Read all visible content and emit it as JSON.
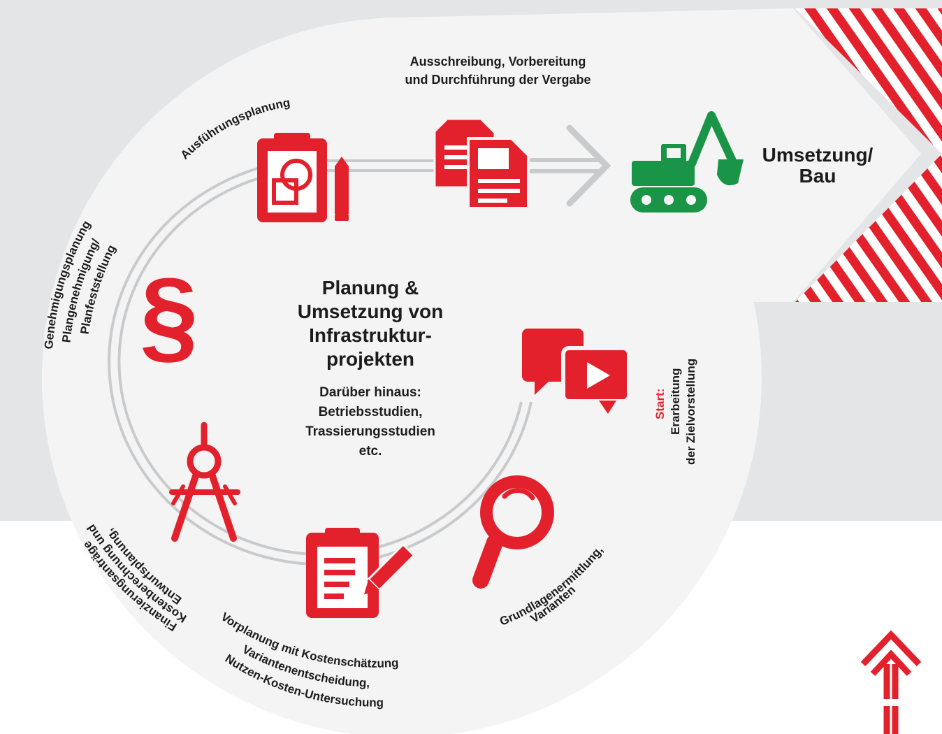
{
  "center": {
    "title_lines": [
      "Planung &",
      "Umsetzung von",
      "Infrastruktur-",
      "projekten"
    ],
    "subtitle_lines": [
      "Darüber hinaus:",
      "Betriebsstudien,",
      "Trassierungsstudien",
      "etc."
    ]
  },
  "steps": {
    "start": {
      "prefix": "Start:",
      "lines": [
        "Erarbeitung",
        "der Zielvorstellung"
      ],
      "icon": "video-chat-icon"
    },
    "grundlagen": {
      "lines": [
        "Grundlagenermittlung,",
        "Varianten"
      ],
      "icon": "magnifier-icon"
    },
    "vorplanung": {
      "lines": [
        "Vorplanung mit Kostenschätzung",
        "Variantenentscheidung,",
        "Nutzen-Kosten-Untersuchung"
      ],
      "icon": "clipboard-pencil-icon"
    },
    "entwurf": {
      "lines": [
        "Entwurfsplanung,",
        "Kostenberechnung und",
        "Finanzierungsanträge"
      ],
      "icon": "compass-icon"
    },
    "genehmigung": {
      "lines": [
        "Genehmigungsplanung",
        "Plangenehmigung/",
        "Planfeststellung"
      ],
      "icon": "paragraph-icon"
    },
    "ausfuehrung": {
      "lines": [
        "Ausführungsplanung"
      ],
      "icon": "clipboard-drawing-icon"
    },
    "vergabe": {
      "lines": [
        "Ausschreibung, Vorbereitung",
        "und Durchführung der Vergabe"
      ],
      "icon": "documents-icon"
    },
    "bau": {
      "lines": [
        "Umsetzung/",
        "Bau"
      ],
      "icon": "excavator-icon"
    }
  },
  "colors": {
    "accent_red": "#e3212c",
    "excavator_green": "#1a9447",
    "track_gray": "#c8c9cb",
    "background_gray": "#e4e5e7",
    "shape_fill": "#f4f4f4",
    "text": "#1c1c1c"
  }
}
